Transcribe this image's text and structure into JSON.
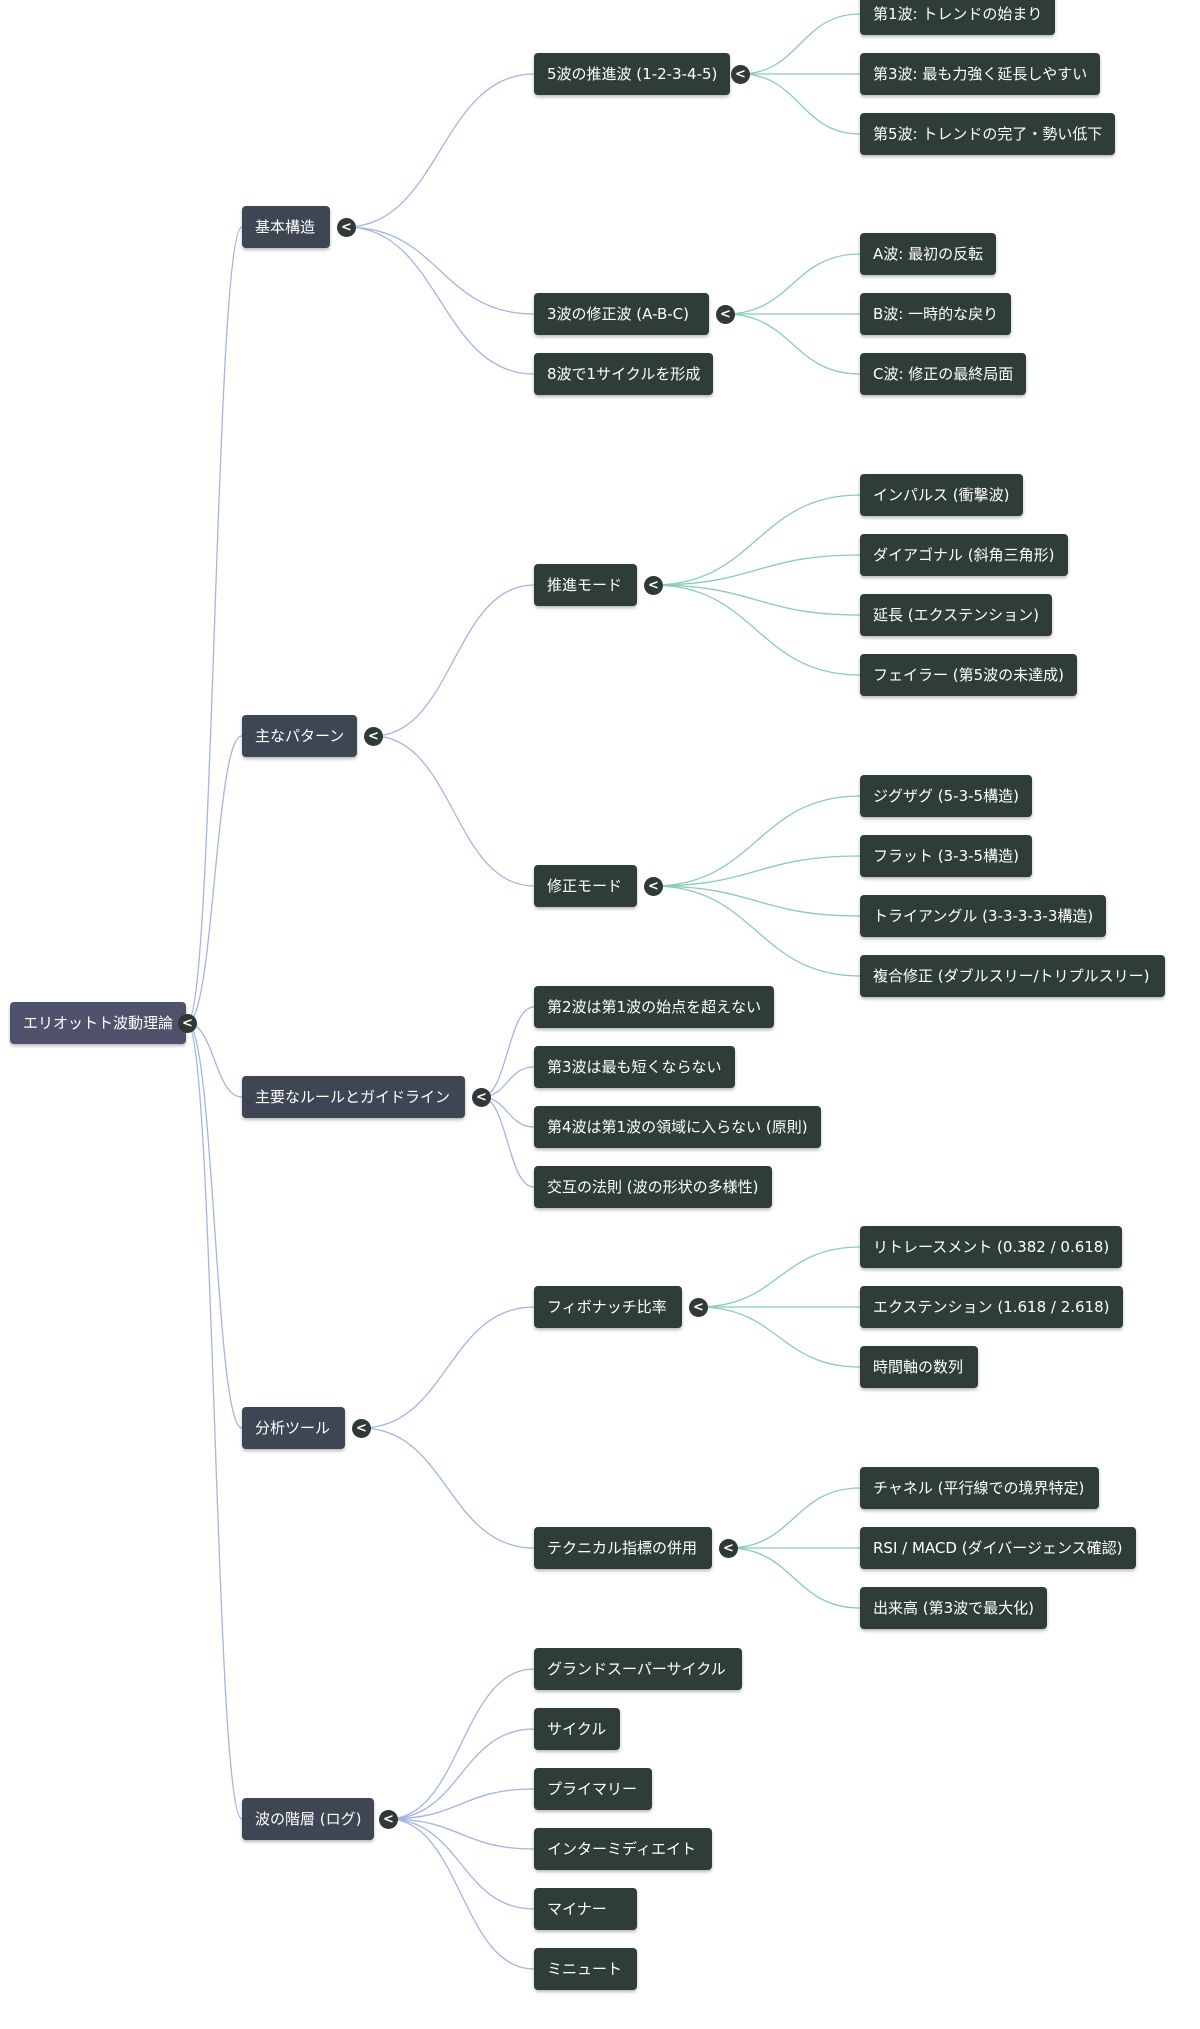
{
  "mindmap": {
    "root": {
      "label": "エリオットト波動理論",
      "children": [
        {
          "label": "基本構造",
          "children": [
            {
              "label": "5波の推進波 (1-2-3-4-5)",
              "children": [
                {
                  "label": "第1波: トレンドの始まり"
                },
                {
                  "label": "第3波: 最も力強く延長しやすい"
                },
                {
                  "label": "第5波: トレンドの完了・勢い低下"
                }
              ]
            },
            {
              "label": "3波の修正波 (A-B-C)",
              "children": [
                {
                  "label": "A波: 最初の反転"
                },
                {
                  "label": "B波: 一時的な戻り"
                },
                {
                  "label": "C波: 修正の最終局面"
                }
              ]
            },
            {
              "label": "8波で1サイクルを形成"
            }
          ]
        },
        {
          "label": "主なパターン",
          "children": [
            {
              "label": "推進モード",
              "children": [
                {
                  "label": "インパルス (衝撃波)"
                },
                {
                  "label": "ダイアゴナル (斜角三角形)"
                },
                {
                  "label": "延長 (エクステンション)"
                },
                {
                  "label": "フェイラー (第5波の未達成)"
                }
              ]
            },
            {
              "label": "修正モード",
              "children": [
                {
                  "label": "ジグザグ (5-3-5構造)"
                },
                {
                  "label": "フラット (3-3-5構造)"
                },
                {
                  "label": "トライアングル (3-3-3-3-3構造)"
                },
                {
                  "label": "複合修正 (ダブルスリー/トリプルスリー)"
                }
              ]
            }
          ]
        },
        {
          "label": "主要なルールとガイドライン",
          "children": [
            {
              "label": "第2波は第1波の始点を超えない"
            },
            {
              "label": "第3波は最も短くならない"
            },
            {
              "label": "第4波は第1波の領域に入らない (原則)"
            },
            {
              "label": "交互の法則 (波の形状の多様性)"
            }
          ]
        },
        {
          "label": "分析ツール",
          "children": [
            {
              "label": "フィボナッチ比率",
              "children": [
                {
                  "label": "リトレースメント (0.382 / 0.618)"
                },
                {
                  "label": "エクステンション (1.618 / 2.618)"
                },
                {
                  "label": "時間軸の数列"
                }
              ]
            },
            {
              "label": "テクニカル指標の併用",
              "children": [
                {
                  "label": "チャネル (平行線での境界特定)"
                },
                {
                  "label": "RSI / MACD (ダイバージェンス確認)"
                },
                {
                  "label": "出来高 (第3波で最大化)"
                }
              ]
            }
          ]
        },
        {
          "label": "波の階層 (ログ)",
          "children": [
            {
              "label": "グランドスーパーサイクル"
            },
            {
              "label": "サイクル"
            },
            {
              "label": "プライマリー"
            },
            {
              "label": "インターミディエイト"
            },
            {
              "label": "マイナー"
            },
            {
              "label": "ミニュート"
            }
          ]
        }
      ]
    },
    "toggle_glyph": "<",
    "colors": {
      "root_bg": "#4e536b",
      "level1_bg": "#3d4652",
      "level2_bg": "#2f3d38",
      "level3_bg": "#2f3d38",
      "blue_link": "#a3b5e2",
      "green_link": "#86cfb0",
      "toggle_bg": "#2f3a36"
    }
  }
}
